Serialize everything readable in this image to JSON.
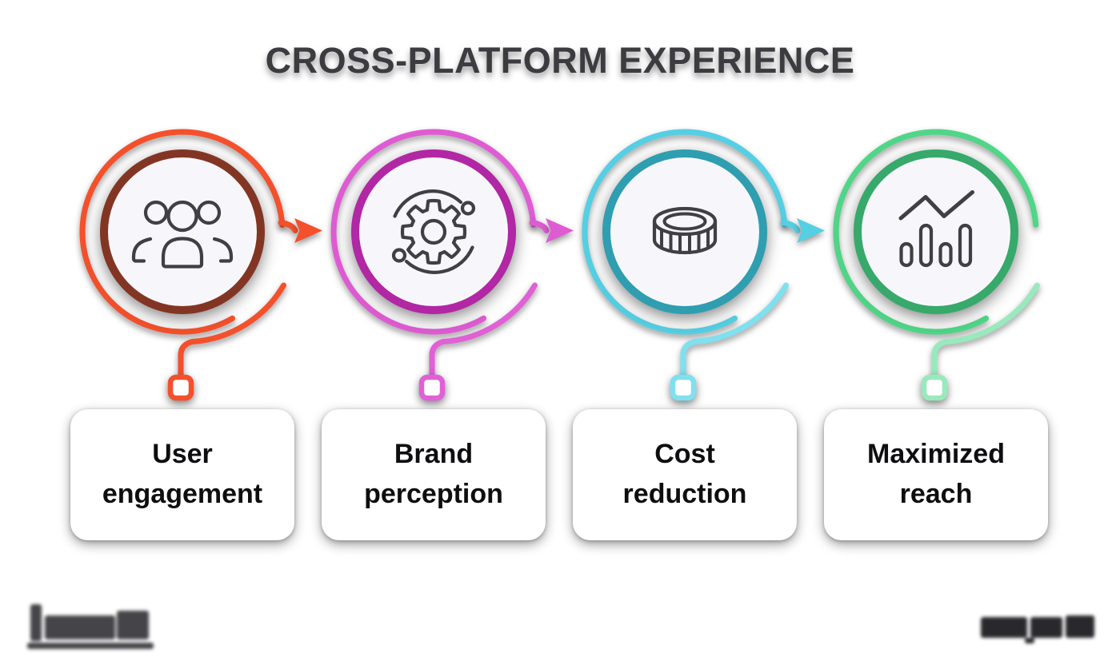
{
  "title": "CROSS-PLATFORM EXPERIENCE",
  "colors": {
    "background": "#ffffff",
    "title": "#3c3c40",
    "label": "#0e0e10",
    "circle_fill": "#f7f7fb",
    "icon_stroke": "#3f3f44"
  },
  "items": [
    {
      "id": "user-engagement",
      "label": "User engagement",
      "icon": "users-icon",
      "colors": {
        "ring": "#833524",
        "arc": "#f4502c",
        "connector": "#f4502c"
      },
      "arrow_to_next": true
    },
    {
      "id": "brand-perception",
      "label": "Brand perception",
      "icon": "gear-icon",
      "colors": {
        "ring": "#b127a4",
        "arc": "#df5bd3",
        "connector": "#e160d6"
      },
      "arrow_to_next": true
    },
    {
      "id": "cost-reduction",
      "label": "Cost reduction",
      "icon": "coin-icon",
      "colors": {
        "ring": "#2e9eb0",
        "arc": "#55cfe3",
        "connector": "#7fe0ef"
      },
      "arrow_to_next": true
    },
    {
      "id": "maximized-reach",
      "label": "Maximized reach",
      "icon": "chart-icon",
      "colors": {
        "ring": "#36a96b",
        "arc": "#4fd687",
        "connector": "#98eabd"
      },
      "arrow_to_next": false
    }
  ],
  "footer": {
    "left_watermark": "blurred-logo-wordmark",
    "right_watermark": "blurred-brand-text"
  }
}
